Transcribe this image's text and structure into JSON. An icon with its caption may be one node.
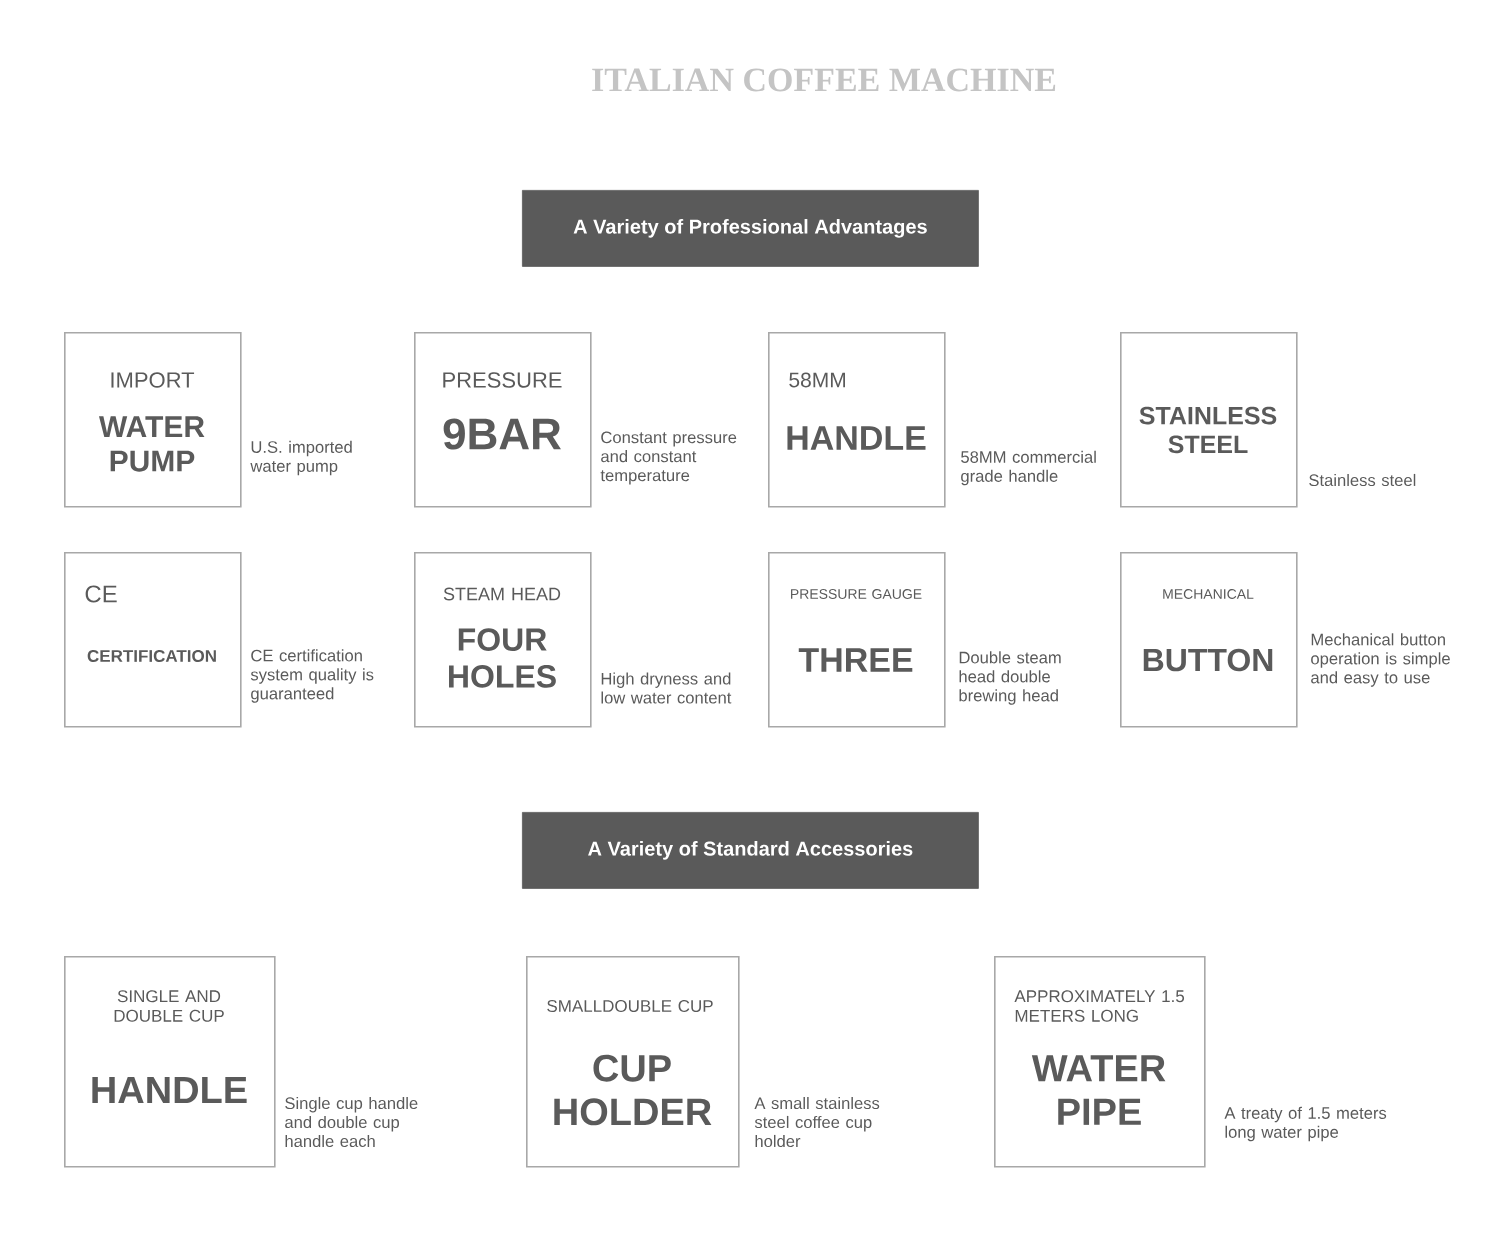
{
  "diagram": {
    "title": "ITALIAN COFFEE MACHINE",
    "nodes": [
      {
        "text": [
          "A Variety of Professional Advantages"
        ]
      },
      {
        "text": [
          "IMPORT",
          "WATER PUMP"
        ],
        "beside": [
          "U.S. imported water pump"
        ]
      },
      {
        "text": [
          "PRESSURE",
          "9BAR"
        ],
        "beside": [
          "Constant pressure and constant temperature"
        ]
      },
      {
        "text": [
          "58MM",
          "HANDLE"
        ],
        "beside": [
          "58MM commercial grade handle"
        ]
      },
      {
        "text": [
          "STAINLESS STEEL"
        ],
        "beside": [
          "Stainless steel"
        ]
      },
      {
        "text": [
          "CE",
          "CERTIFICATION"
        ],
        "beside": [
          "CE certification system quality is guaranteed"
        ]
      },
      {
        "text": [
          "STEAM HEAD",
          "FOUR HOLES"
        ],
        "beside": [
          "High dryness and low water content"
        ]
      },
      {
        "text": [
          "PRESSURE GAUGE",
          "THREE"
        ],
        "beside": [
          "Double steam head double brewing head"
        ]
      },
      {
        "text": [
          "MECHANICAL",
          "BUTTON"
        ],
        "beside": [
          "Mechanical button operation is simple and easy to use"
        ]
      },
      {
        "text": [
          "A Variety of Standard Accessories"
        ]
      },
      {
        "text": [
          "SINGLE AND DOUBLE CUP",
          "HANDLE"
        ],
        "beside": [
          "Single cup handle and double cup handle each"
        ]
      },
      {
        "text": [
          "SMALLDOUBLE CUP",
          "CUP HOLDER"
        ],
        "beside": [
          "A small stainless steel coffee cup holder"
        ]
      },
      {
        "text": [
          "APPROXIMATELY 1.5 METERS LONG",
          "WATER PIPE"
        ],
        "beside": [
          "A treaty of 1.5 meters long water pipe"
        ]
      }
    ]
  }
}
